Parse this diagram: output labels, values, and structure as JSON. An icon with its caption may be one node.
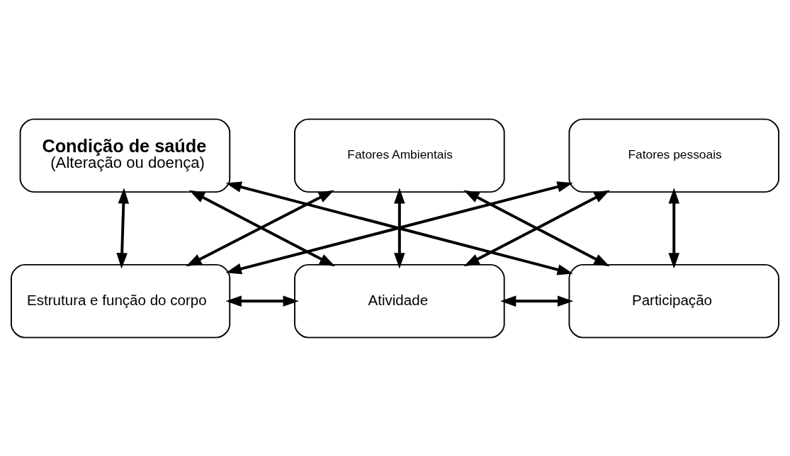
{
  "diagram": {
    "nodes": [
      {
        "text": [
          "Condição de saúde",
          "(Alteração ou doença)"
        ]
      },
      {
        "text": [
          "Estrutura e função do corpo"
        ]
      },
      {
        "text": [
          "Atividade"
        ]
      },
      {
        "text": [
          "Participação"
        ]
      },
      {
        "text": [
          "Fatores Ambientais"
        ]
      },
      {
        "text": [
          "Fatores pessoais"
        ]
      }
    ],
    "edges": [
      {
        "from": 0,
        "to": 2,
        "arrow": "both"
      },
      {
        "from": 0,
        "to": 1,
        "arrow": "both"
      },
      {
        "from": 0,
        "to": 3,
        "arrow": "both"
      },
      {
        "from": 1,
        "to": 2,
        "arrow": "both"
      },
      {
        "from": 2,
        "to": 3,
        "arrow": "both"
      },
      {
        "from": 4,
        "to": 1,
        "arrow": "both"
      },
      {
        "from": 4,
        "to": 2,
        "arrow": "both"
      },
      {
        "from": 4,
        "to": 3,
        "arrow": "both"
      },
      {
        "from": 5,
        "to": 1,
        "arrow": "both"
      },
      {
        "from": 5,
        "to": 2,
        "arrow": "both"
      },
      {
        "from": 5,
        "to": 3,
        "arrow": "both"
      }
    ]
  }
}
